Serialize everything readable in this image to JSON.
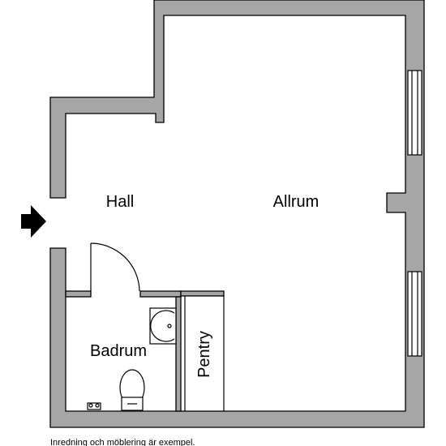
{
  "rooms": {
    "hall": "Hall",
    "allrum": "Allrum",
    "badrum": "Badrum",
    "pentry": "Pentry"
  },
  "footer_note": "Inredning och möblering är exempel.",
  "colors": {
    "wall_fill": "#a6a6a6",
    "line": "#000000",
    "background": "#ffffff"
  },
  "icons": {
    "entrance": "entrance-arrow-icon",
    "sink": "sink-icon",
    "toilet": "toilet-icon",
    "door": "door-swing-icon",
    "window": "window-icon"
  }
}
